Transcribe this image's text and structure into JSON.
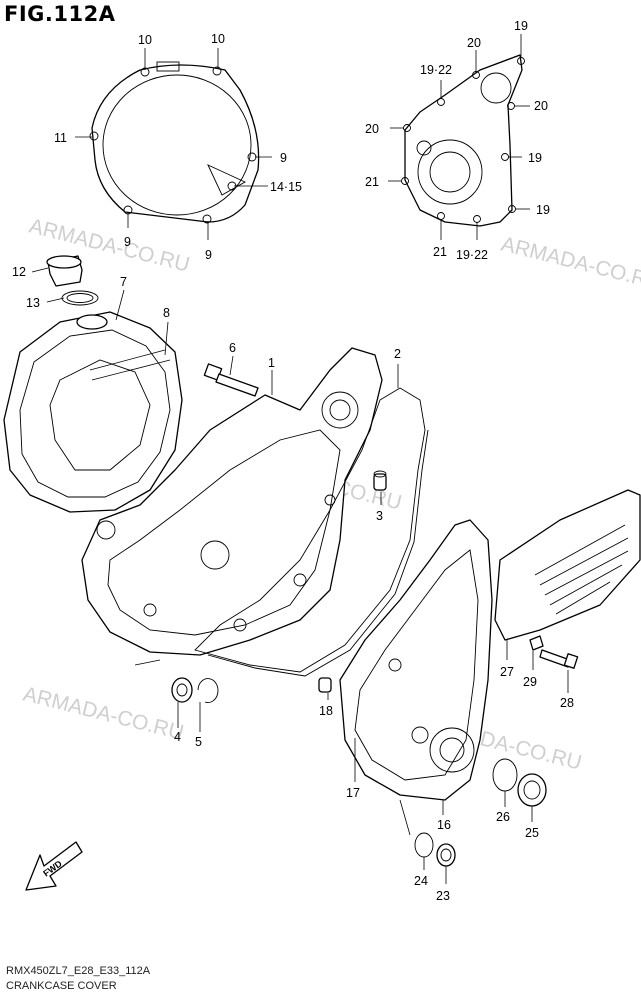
{
  "figure": {
    "title": "FIG.112A",
    "model_code": "RMX450ZL7_E28_E33_112A",
    "caption": "CRANKCASE COVER"
  },
  "watermark": "ARMADA-CO.RU",
  "fwd_label": "FWD",
  "callouts": {
    "c10a": "10",
    "c10b": "10",
    "c11": "11",
    "c9a": "9",
    "c1415": "14·15",
    "c9b": "9",
    "c9c": "9",
    "c19a": "19",
    "c20a": "20",
    "c1922a": "19·22",
    "c20b": "20",
    "c20c": "20",
    "c19b": "19",
    "c21a": "21",
    "c19c": "19",
    "c21b": "21",
    "c1922b": "19·22",
    "c12": "12",
    "c13": "13",
    "c7": "7",
    "c8": "8",
    "c6": "6",
    "c1": "1",
    "c2": "2",
    "c3": "3",
    "c4": "4",
    "c5": "5",
    "c18": "18",
    "c17": "17",
    "c16": "16",
    "c24": "24",
    "c23": "23",
    "c26": "26",
    "c25": "25",
    "c27": "27",
    "c29": "29",
    "c28": "28"
  }
}
